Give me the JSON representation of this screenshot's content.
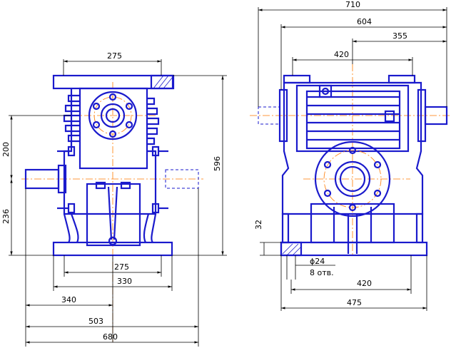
{
  "dimensions": {
    "front": {
      "top_flange_width": "275",
      "total_height": "596",
      "upper_height": "200",
      "shaft_height": "236",
      "base_bolt_spacing": "275",
      "base_width": "330",
      "shaft_to_center": "340",
      "shaft_end_to_center": "503",
      "overall_width": "680"
    },
    "side": {
      "overall_length": "710",
      "length_604": "604",
      "length_355": "355",
      "length_420_top": "420",
      "base_thickness": "32",
      "hole_diameter": "ϕ24",
      "hole_count": "8 отв.",
      "base_bolt_spacing": "420",
      "base_length": "475"
    }
  },
  "colors": {
    "body": "#1a1acc",
    "centerline": "#ff7a00",
    "dimension": "#000000"
  }
}
